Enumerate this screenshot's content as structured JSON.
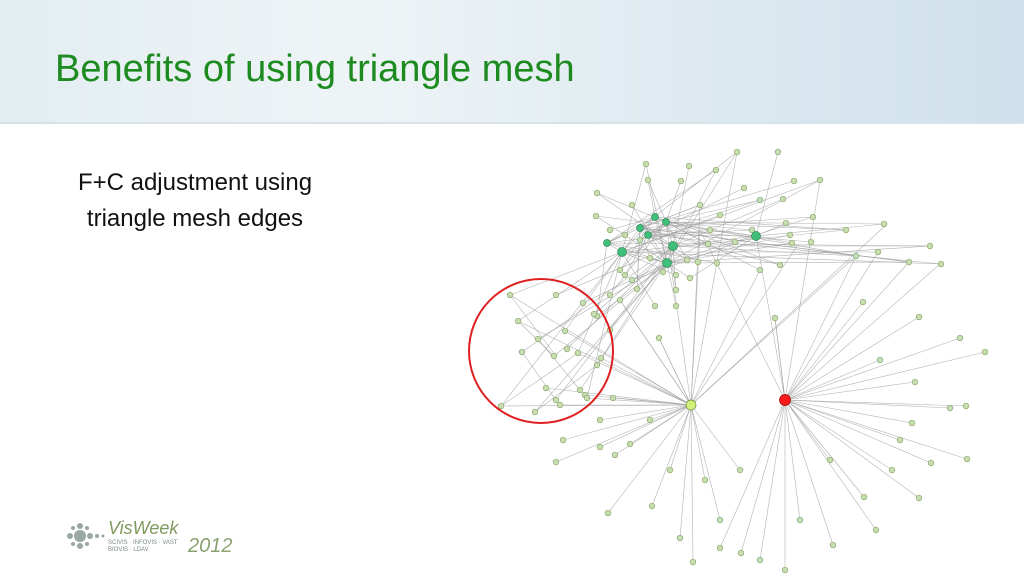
{
  "slide": {
    "title": "Benefits of using triangle mesh",
    "body_lines": [
      "F+C adjustment using",
      "triangle mesh edges"
    ]
  },
  "colors": {
    "title": "#1d8b1f",
    "node_fill": "#c8ddb0",
    "node_stroke": "#8aa870",
    "hub_green": "#3fbf7a",
    "focus_node": "#ff1a1a",
    "secondary_hub": "#d3f07a",
    "highlight_circle": "#e02020",
    "edge": "#9a9a9a"
  },
  "diagram": {
    "type": "node-link graph",
    "highlight": "circled cluster of nodes on the left"
  },
  "logo": {
    "name": "VisWeek",
    "year": "2012",
    "tagline_1": "SCIVIS · INFOVIS · VAST",
    "tagline_2": "BIOVIS · LDAV"
  }
}
